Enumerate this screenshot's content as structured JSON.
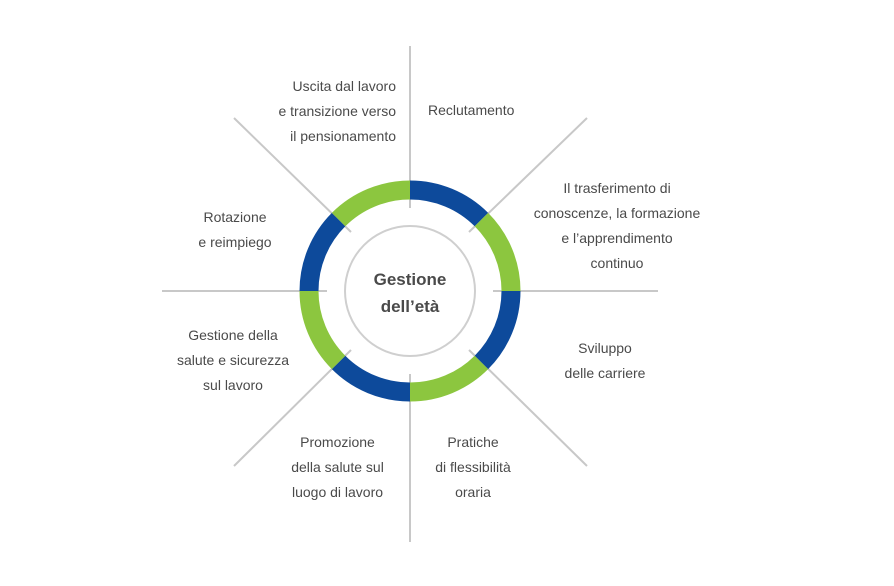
{
  "diagram": {
    "center": {
      "line1": "Gestione",
      "line2": "dell’età"
    },
    "colors": {
      "ring_blue": "#0d4a9b",
      "ring_green": "#8cc63f",
      "spokes": "#c8c8c8",
      "text": "#4a4a4a"
    },
    "items": [
      {
        "lines": [
          "Reclutamento"
        ]
      },
      {
        "lines": [
          "Il trasferimento di",
          "conoscenze, la formazione",
          "e l’apprendimento",
          "continuo"
        ]
      },
      {
        "lines": [
          "Sviluppo",
          "delle carriere"
        ]
      },
      {
        "lines": [
          "Pratiche",
          "di flessibilità",
          "oraria"
        ]
      },
      {
        "lines": [
          "Promozione",
          "della salute sul",
          "luogo di lavoro"
        ]
      },
      {
        "lines": [
          "Gestione della",
          "salute e sicurezza",
          "sul lavoro"
        ]
      },
      {
        "lines": [
          "Rotazione",
          "e reimpiego"
        ]
      },
      {
        "lines": [
          "Uscita dal lavoro",
          "e transizione verso",
          "il pensionamento"
        ]
      }
    ]
  }
}
